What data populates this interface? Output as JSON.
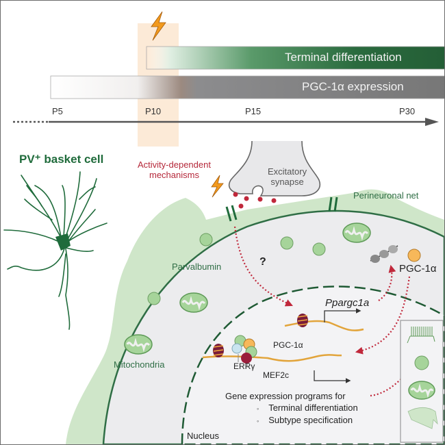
{
  "timeline": {
    "ticks": [
      "P5",
      "P10",
      "P15",
      "P30"
    ],
    "bars": [
      {
        "label": "Terminal differentiation",
        "color": "#2a6b3e"
      },
      {
        "label": "PGC-1α expression",
        "color": "#7a7a7a"
      }
    ],
    "critical_window_color": "#fbe6d0",
    "lightning_color": "#f29a1e"
  },
  "cell": {
    "title": "PV⁺ basket cell",
    "title_color": "#1f6b3b"
  },
  "labels": {
    "activity": "Activity-dependent mechanisms",
    "activity_line1": "Activity-dependent",
    "activity_line2": "mechanisms",
    "synapse_line1": "Excitatory",
    "synapse_line2": "synapse",
    "perineuronal_net": "Perineuronal net",
    "parvalbumin": "Parvalbumin",
    "mitochondria": "Mitochondria",
    "nucleus": "Nucleus",
    "question": "?",
    "ppargc1a": "Ppargc1a",
    "pgc1a_cytoplasm": "PGC-1α",
    "pgc1a_complex": "PGC-1α",
    "erry": "ERRγ",
    "mef2c": "MEF2c",
    "gene_programs_title": "Gene expression programs for",
    "gene_programs": [
      "Terminal differentiation",
      "Subtype specification"
    ]
  },
  "colors": {
    "membrane": "#2f6e45",
    "pnn_fill": "#cfe6c9",
    "cytoplasm": "#ececee",
    "nucleus": "#f3f3f5",
    "parvalbumin": "#a6d49a",
    "pgc1a": "#f7b85a",
    "arrow_red": "#c0283b",
    "dna": "#e2a43a"
  },
  "legend_box": {
    "icons": [
      "spike-train-icon",
      "parvalbumin-icon",
      "mitochondrion-icon",
      "perineuronal-net-icon"
    ]
  }
}
